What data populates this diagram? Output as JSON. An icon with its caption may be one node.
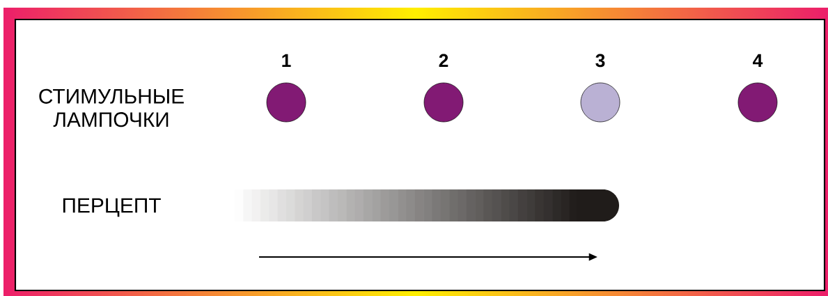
{
  "diagram": {
    "nodes": [
      {
        "text": [
          "1"
        ]
      },
      {
        "text": [
          "2"
        ]
      },
      {
        "text": [
          "3"
        ]
      },
      {
        "text": [
          "4"
        ]
      }
    ],
    "edges": [],
    "labels": [
      "СТИМУЛЬНЫЕ ЛАМПОЧКИ",
      "ПЕРЦЕПТ"
    ]
  }
}
